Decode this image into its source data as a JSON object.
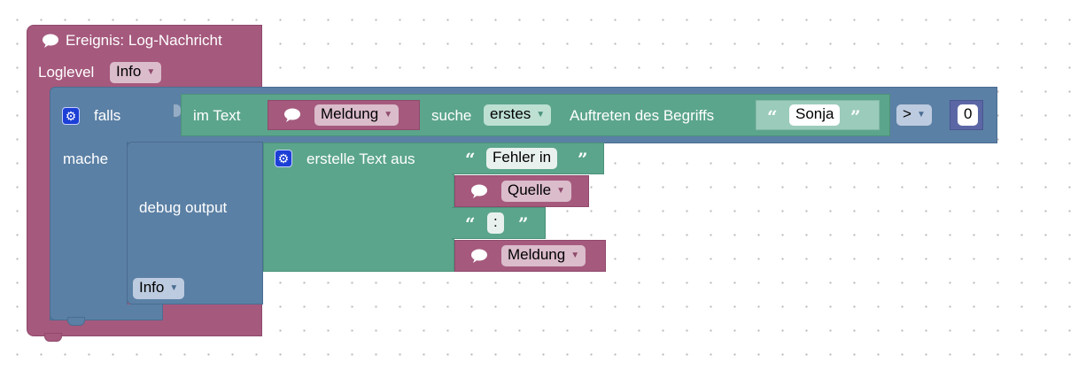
{
  "event_block": {
    "title": "Ereignis: Log-Nachricht",
    "loglevel_label": "Loglevel",
    "loglevel_value": "Info",
    "color": "#a5597d"
  },
  "if_block": {
    "if_label": "falls",
    "do_label": "mache",
    "color": "#5b80a5"
  },
  "condition": {
    "in_text_label": "im Text",
    "message_var": "Meldung",
    "find_label": "suche",
    "find_mode": "erstes",
    "occurrence_label": "Auftreten des Begriffs",
    "search_term": "Sonja",
    "operator": ">",
    "compare_value": "0",
    "color": "#5ba58c"
  },
  "debug_block": {
    "label": "debug output",
    "level": "Info"
  },
  "create_text": {
    "label": "erstelle Text aus",
    "item1_text": "Fehler in",
    "item2_var": "Quelle",
    "item3_text": ":",
    "item4_var": "Meldung"
  },
  "icons": [
    "gear-icon",
    "speech-bubble-icon",
    "quote-open-icon",
    "quote-close-icon",
    "dropdown-arrow-icon"
  ]
}
